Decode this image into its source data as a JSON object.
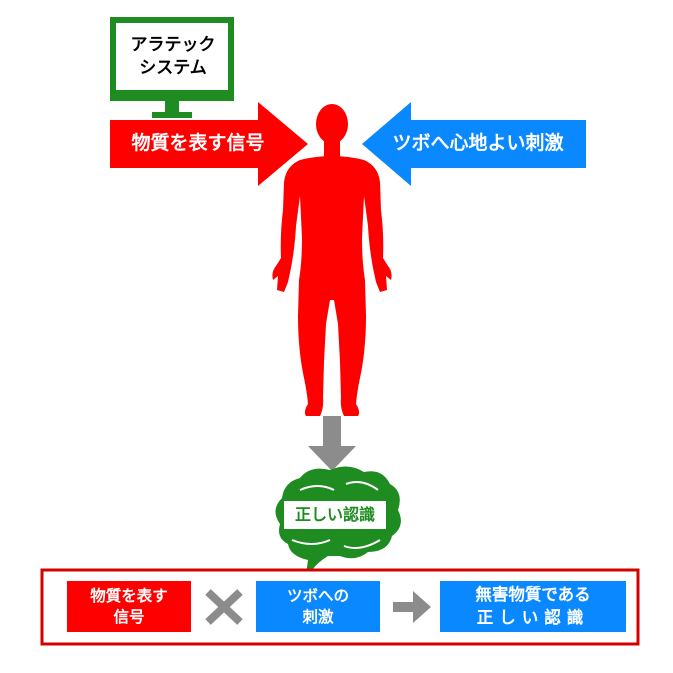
{
  "monitor": {
    "line1": "アラテック",
    "line2": "システム"
  },
  "arrows": {
    "left_label": "物質を表す信号",
    "right_label": "ツボへ心地よい刺激"
  },
  "brain": {
    "label": "正しい認識"
  },
  "summary": {
    "box1": {
      "line1": "物質を表す",
      "line2": "信号"
    },
    "operator_times": "✕",
    "box2": {
      "line1": "ツボへの",
      "line2": "刺激"
    },
    "operator_arrow": "→",
    "box3": {
      "line1": "無害物質である",
      "line2": "正しい認識"
    }
  },
  "colors": {
    "red": "#ff0000",
    "blue": "#0a88ff",
    "green": "#1f8c22",
    "grey": "#8c8c8c",
    "dark_red": "#d40000"
  }
}
